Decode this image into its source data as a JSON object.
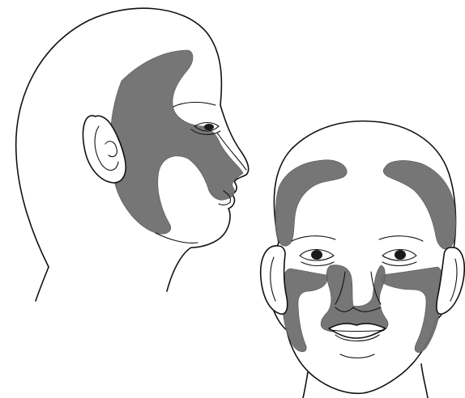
{
  "figure": {
    "views": [
      {
        "name": "profile-view",
        "kind": "lateral head"
      },
      {
        "name": "frontal-view",
        "kind": "frontal face"
      }
    ],
    "colors": {
      "background": "#ffffff",
      "outline": "#111111",
      "shaded_region": "#6f6f6f"
    },
    "icons": [
      "head-profile-illustration",
      "face-frontal-illustration"
    ]
  }
}
